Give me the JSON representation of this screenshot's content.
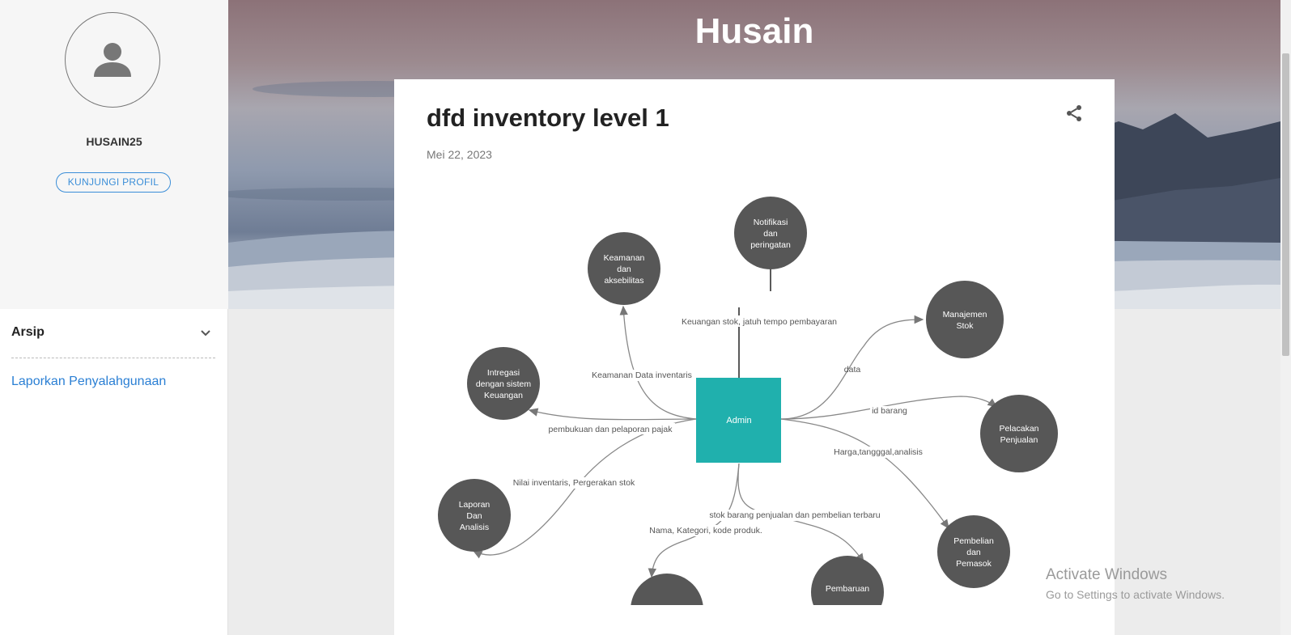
{
  "profile": {
    "name": "HUSAIN25",
    "visit_button": "KUNJUNGI PROFIL"
  },
  "sidebar": {
    "archive_title": "Arsip",
    "report_link": "Laporkan Penyalahgunaan"
  },
  "blog": {
    "title": "Husain"
  },
  "post": {
    "title": "dfd inventory level 1",
    "date": "Mei 22, 2023"
  },
  "diagram": {
    "center": "Admin",
    "nodes": {
      "notifikasi": [
        "Notifikasi",
        "dan",
        "peringatan"
      ],
      "keamanan": [
        "Keamanan",
        "dan",
        "aksebilitas"
      ],
      "manajemen": [
        "Manajemen",
        "Stok"
      ],
      "integrasi": [
        "Intregasi",
        "dengan sistem",
        "Keuangan"
      ],
      "pelacakan": [
        "Pelacakan",
        "Penjualan"
      ],
      "laporan": [
        "Laporan",
        "Dan",
        "Analisis"
      ],
      "pembelian": [
        "Pembelian",
        "dan",
        "Pemasok"
      ],
      "pembaruan": [
        "Pembaruan"
      ]
    },
    "flows": {
      "keuangan_stok": "Keuangan stok, jatuh tempo pembayaran",
      "keamanan_data": "Keamanan Data inventaris",
      "data": "data",
      "id_barang": "id barang",
      "pembukuan": "pembukuan dan pelaporan pajak",
      "harga": "Harga,tangggal,analisis",
      "nilai": "Nilai inventaris, Pergerakan stok",
      "stok_barang": "stok barang penjualan dan pembelian terbaru",
      "nama": "Nama, Kategori, kode produk."
    }
  },
  "watermark": {
    "title": "Activate Windows",
    "subtitle": "Go to Settings to activate Windows."
  },
  "colors": {
    "accent": "#2a7fd4",
    "node_fill": "#555555",
    "admin_fill": "#20b0ad"
  }
}
